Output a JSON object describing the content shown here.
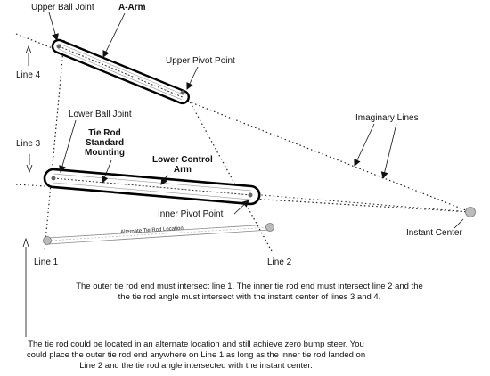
{
  "labels": {
    "upper_ball_joint": "Upper Ball Joint",
    "a_arm": "A-Arm",
    "upper_pivot_point": "Upper Pivot Point",
    "line_4": "Line 4",
    "lower_ball_joint": "Lower Ball Joint",
    "tie_rod_standard_mounting": "Tie Rod\nStandard\nMounting",
    "lower_control_arm": "Lower Control\nArm",
    "imaginary_lines": "Imaginary Lines",
    "line_3": "Line 3",
    "inner_pivot_point": "Inner Pivot Point",
    "instant_center": "Instant Center",
    "alternate_tie_rod_location": "Alternate Tie Rod Location",
    "line_1": "Line 1",
    "line_2": "Line 2"
  },
  "notes": {
    "requirement": "The outer tie rod end must intersect line 1.  The inner tie rod end must intersect line 2 and the\nthe tie rod angle must intersect with the instant center of lines 3 and 4.",
    "alternate": "The tie rod could be located in an alternate location and still achieve zero bump steer.  You\ncould place the outer tie rod end anywhere on Line 1 as long as the inner tie rod landed on\nLine 2 and the tie rod angle intersected with the instant center."
  }
}
